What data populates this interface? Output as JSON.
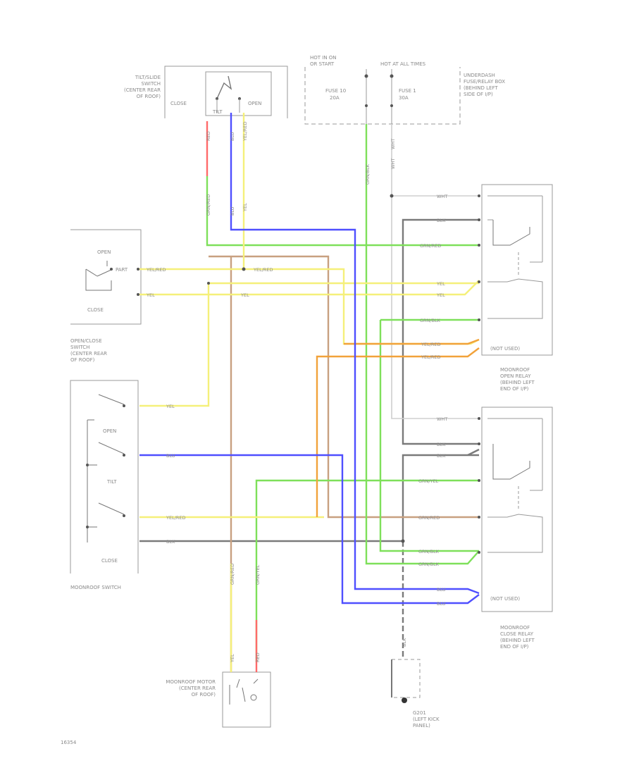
{
  "components": {
    "tilt_slide_switch": {
      "lines": [
        "TILT/SLIDE",
        "SWITCH",
        "(CENTER REAR",
        "OF ROOF)"
      ],
      "close": "CLOSE",
      "tilt": "TILT",
      "open": "OPEN"
    },
    "power_source": {
      "hot_run": [
        "HOT IN ON",
        "OR START"
      ],
      "hot_all": "HOT AT ALL TIMES",
      "fuse10": [
        "FUSE 10",
        "20A"
      ],
      "fuse1": [
        "FUSE 1",
        "30A"
      ]
    },
    "fuse_box": {
      "lines": [
        "UNDERDASH",
        "FUSE/RELAY BOX",
        "(BEHIND LEFT",
        "SIDE OF I/P)"
      ]
    },
    "open_close_top": {
      "open": "OPEN",
      "close": "CLOSE",
      "part": "PART"
    },
    "open_close_switch": {
      "lines": [
        "OPEN/CLOSE",
        "SWITCH",
        "(CENTER REAR",
        "OF ROOF)"
      ]
    },
    "moonroof_switch": {
      "name": "MOONROOF SWITCH",
      "open": "OPEN",
      "tilt": "TILT",
      "close": "CLOSE"
    },
    "open_relay": {
      "lines": [
        "MOONROOF",
        "OPEN RELAY",
        "(BEHIND LEFT",
        "END OF I/P)"
      ],
      "not_used": "(NOT USED)"
    },
    "close_relay": {
      "lines": [
        "MOONROOF",
        "CLOSE RELAY",
        "(BEHIND LEFT",
        "END OF I/P)"
      ],
      "not_used": "(NOT USED)"
    },
    "motor": {
      "lines": [
        "MOONROOF MOTOR",
        "(CENTER REAR",
        "OF ROOF)"
      ]
    },
    "ground": {
      "lines": [
        "G201",
        "(LEFT KICK",
        "PANEL)"
      ]
    },
    "figure_id": "16354"
  },
  "wire_labels": {
    "red": "RED",
    "grn_red": "GRN/RED",
    "yel_red": "YEL/RED",
    "blu": "BLU",
    "yel": "YEL",
    "grn_blk": "GRN/BLK",
    "wht": "WHT",
    "grn_yel": "GRN/YEL",
    "blk": "BLK",
    "grn_red_v": "GRN/RED",
    "grn_yel_v": "GRN/YEL"
  },
  "colors": {
    "red": "#ff6a6a",
    "green": "#7ee05a",
    "yellow": "#f5f07a",
    "blue": "#4f4fff",
    "orange": "#f2a23a",
    "brown": "#c8a080",
    "gray": "#7a7a7a",
    "frame": "#9a9a9a"
  }
}
